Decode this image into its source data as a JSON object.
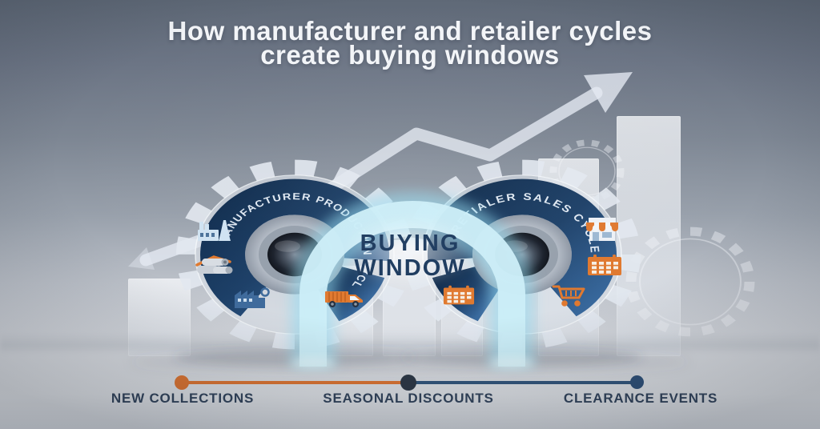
{
  "title": {
    "line1": "How manufacturer and retailer cycles",
    "line2": "create buying windows"
  },
  "gears": {
    "left": {
      "label": "MANUFACTURER PRODUCTION CYCLE",
      "icons": [
        "factory-icon",
        "material-rolls-icon",
        "production-plant-icon",
        "delivery-truck-icon"
      ]
    },
    "right": {
      "label": "RETIALER SALES CYCLE",
      "icons": [
        "storefront-icon",
        "calendar-icon",
        "shopping-cart-icon",
        "calendar-icon"
      ]
    }
  },
  "window": {
    "line1": "BUYING",
    "line2": "WINDOW"
  },
  "timeline": {
    "items": [
      {
        "label": "NEW COLLECTIONS",
        "dot_color": "#dd7431"
      },
      {
        "label": "SEASONAL DISCOUNTS",
        "dot_color": "#2c3745"
      },
      {
        "label": "CLEARANCE EVENTS",
        "dot_color": "#2e5078"
      }
    ]
  },
  "colors": {
    "accent_orange": "#e0792f",
    "ring_navy": "#1d4068",
    "window_glow_cyan": "#cceef8",
    "label_navy": "#1c3a5e",
    "background_top": "#5f6977",
    "background_bottom": "#d2d6dc"
  },
  "background_motif": {
    "trend_arrow": "rising zigzag arrow",
    "bar_chart": "ascending bars"
  }
}
